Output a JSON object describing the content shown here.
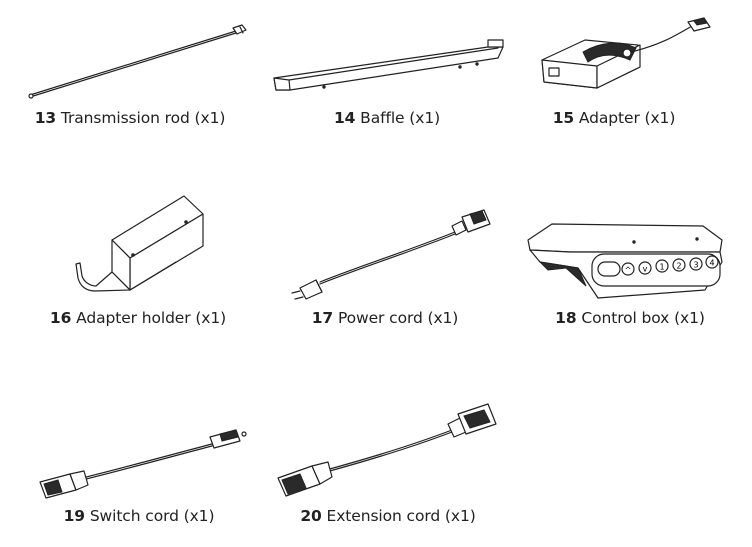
{
  "items": [
    {
      "num": "13",
      "label": "Transmission rod (x1)",
      "icon": "transmission-rod"
    },
    {
      "num": "14",
      "label": "Baffle (x1)",
      "icon": "baffle"
    },
    {
      "num": "15",
      "label": "Adapter (x1)",
      "icon": "adapter"
    },
    {
      "num": "16",
      "label": "Adapter holder (x1)",
      "icon": "adapter-holder"
    },
    {
      "num": "17",
      "label": "Power cord (x1)",
      "icon": "power-cord"
    },
    {
      "num": "18",
      "label": "Control box (x1)",
      "icon": "control-box"
    },
    {
      "num": "19",
      "label": "Switch cord (x1)",
      "icon": "switch-cord"
    },
    {
      "num": "20",
      "label": "Extension cord (x1)",
      "icon": "extension-cord"
    }
  ],
  "control_box_buttons": [
    "^",
    "v",
    "1",
    "2",
    "3",
    "4"
  ]
}
